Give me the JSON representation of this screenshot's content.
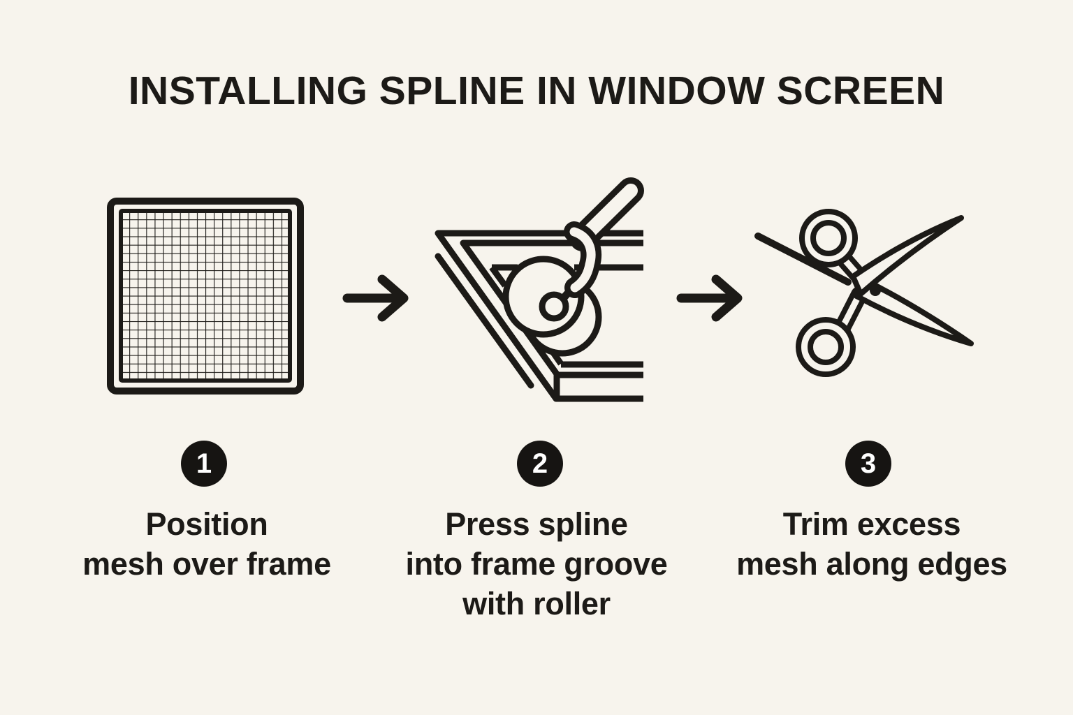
{
  "title": "INSTALLING SPLINE IN WINDOW SCREEN",
  "colors": {
    "background": "#f7f4ed",
    "ink": "#1c1a17",
    "badge-bg": "#161412",
    "badge-text": "#ffffff"
  },
  "steps": [
    {
      "number": "1",
      "icon": "window-screen-mesh-over-frame",
      "caption_lines": [
        "Position",
        "mesh over frame"
      ]
    },
    {
      "number": "2",
      "icon": "spline-roller-in-frame-groove",
      "caption_lines": [
        "Press spline",
        "into frame groove",
        "with roller"
      ]
    },
    {
      "number": "3",
      "icon": "scissors-trimming-mesh",
      "caption_lines": [
        "Trim excess",
        "mesh along edges"
      ]
    }
  ],
  "arrows": [
    {
      "icon": "arrow-right"
    },
    {
      "icon": "arrow-right"
    }
  ]
}
